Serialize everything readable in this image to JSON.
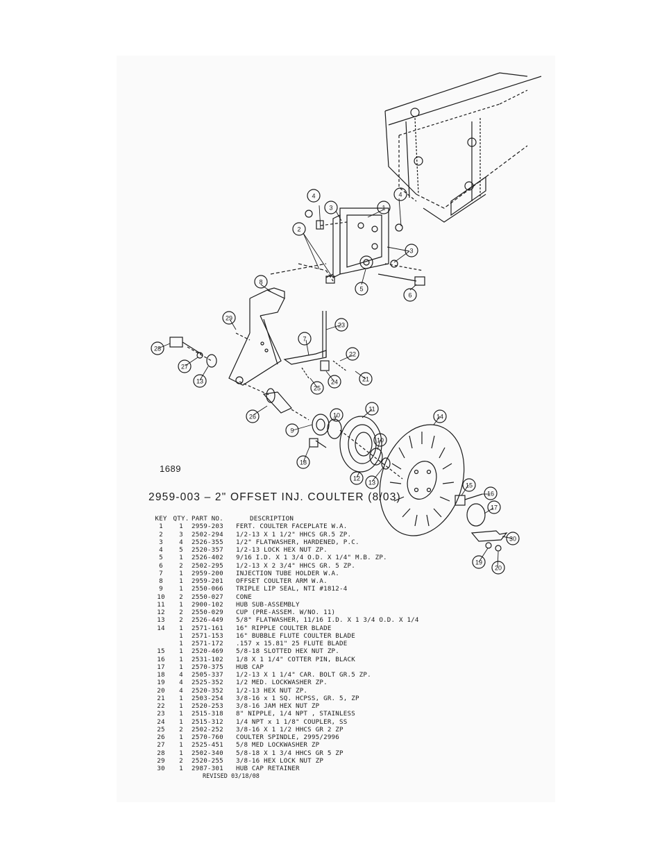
{
  "drawing_number": "1689",
  "title": "2959-003 – 2\" OFFSET INJ. COULTER (8/03)",
  "table": {
    "headers": {
      "key": "KEY",
      "qty": "QTY.",
      "part": "PART NO.",
      "description": "DESCRIPTION"
    },
    "rows": [
      {
        "key": "1",
        "qty": "1",
        "part": "2959-203",
        "description": "FERT. COULTER FACEPLATE W.A."
      },
      {
        "key": "2",
        "qty": "3",
        "part": "2502-294",
        "description": "1/2-13 X 1 1/2\" HHCS GR.5 ZP."
      },
      {
        "key": "3",
        "qty": "4",
        "part": "2526-355",
        "description": "1/2\" FLATWASHER, HARDENED, P.C."
      },
      {
        "key": "4",
        "qty": "5",
        "part": "2520-357",
        "description": "1/2-13 LOCK HEX NUT ZP."
      },
      {
        "key": "5",
        "qty": "1",
        "part": "2526-402",
        "description": "9/16 I.D. X 1 3/4 O.D. X 1/4\" M.B. ZP."
      },
      {
        "key": "6",
        "qty": "2",
        "part": "2502-295",
        "description": "1/2-13 X 2 3/4\" HHCS GR. 5 ZP."
      },
      {
        "key": "7",
        "qty": "1",
        "part": "2959-200",
        "description": "INJECTION TUBE  HOLDER W.A."
      },
      {
        "key": "8",
        "qty": "1",
        "part": "2959-201",
        "description": "OFFSET COULTER ARM W.A."
      },
      {
        "key": "9",
        "qty": "1",
        "part": "2550-066",
        "description": "TRIPLE LIP SEAL, NTI #1812-4"
      },
      {
        "key": "10",
        "qty": "2",
        "part": "2550-027",
        "description": "CONE"
      },
      {
        "key": "11",
        "qty": "1",
        "part": "2900-102",
        "description": "HUB SUB-ASSEMBLY"
      },
      {
        "key": "12",
        "qty": "2",
        "part": "2550-029",
        "description": "CUP (PRE-ASSEM. W/NO. 11)"
      },
      {
        "key": "13",
        "qty": "2",
        "part": "2526-449",
        "description": "5/8\" FLATWASHER, 11/16 I.D. X 1 3/4 O.D. X 1/4"
      },
      {
        "key": "14",
        "qty": "1",
        "part": "2571-161",
        "description": "16\" RIPPLE COULTER BLADE"
      },
      {
        "key": "",
        "qty": "1",
        "part": "2571-153",
        "description": "16\" BUBBLE FLUTE COULTER BLADE"
      },
      {
        "key": "",
        "qty": "1",
        "part": "2571-172",
        "description": ".157 x 15.81\" 25 FLUTE BLADE"
      },
      {
        "key": "15",
        "qty": "1",
        "part": "2520-469",
        "description": "5/8-18 SLOTTED HEX NUT ZP."
      },
      {
        "key": "16",
        "qty": "1",
        "part": "2531-102",
        "description": "1/8 X 1 1/4\" COTTER PIN, BLACK"
      },
      {
        "key": "17",
        "qty": "1",
        "part": "2570-375",
        "description": "HUB CAP"
      },
      {
        "key": "18",
        "qty": "4",
        "part": "2505-337",
        "description": "1/2-13 X 1 1/4\" CAR. BOLT GR.5 ZP."
      },
      {
        "key": "19",
        "qty": "4",
        "part": "2525-352",
        "description": "1/2 MED. LOCKWASHER ZP."
      },
      {
        "key": "20",
        "qty": "4",
        "part": "2520-352",
        "description": "1/2-13 HEX NUT ZP."
      },
      {
        "key": "21",
        "qty": "1",
        "part": "2503-254",
        "description": "3/8-16 x 1 SQ. HCPSS, GR. 5, ZP"
      },
      {
        "key": "22",
        "qty": "1",
        "part": "2520-253",
        "description": "3/8-16 JAM HEX NUT ZP"
      },
      {
        "key": "23",
        "qty": "1",
        "part": "2515-318",
        "description": "8\" NIPPLE, 1/4 NPT , STAINLESS"
      },
      {
        "key": "24",
        "qty": "1",
        "part": "2515-312",
        "description": "1/4 NPT x 1 1/8\" COUPLER, SS"
      },
      {
        "key": "25",
        "qty": "2",
        "part": "2502-252",
        "description": "3/8-16 X 1 1/2 HHCS GR 2 ZP"
      },
      {
        "key": "26",
        "qty": "1",
        "part": "2570-760",
        "description": "COULTER SPINDLE, 2995/2996"
      },
      {
        "key": "27",
        "qty": "1",
        "part": "2525-451",
        "description": "5/8 MED LOCKWASHER ZP"
      },
      {
        "key": "28",
        "qty": "1",
        "part": "2502-340",
        "description": "5/8-18 X 1 3/4 HHCS GR 5 ZP"
      },
      {
        "key": "29",
        "qty": "2",
        "part": "2520-255",
        "description": "3/8-16 HEX LOCK NUT ZP"
      },
      {
        "key": "30",
        "qty": "1",
        "part": "2987-301",
        "description": "HUB CAP RETAINER"
      }
    ]
  },
  "revised": "REVISED 03/18/08",
  "balloons": [
    "1",
    "2",
    "3",
    "3",
    "4",
    "4",
    "5",
    "6",
    "7",
    "8",
    "9",
    "10",
    "10",
    "11",
    "12",
    "13",
    "13",
    "14",
    "15",
    "16",
    "17",
    "18",
    "19",
    "20",
    "21",
    "22",
    "23",
    "24",
    "25",
    "26",
    "27",
    "28",
    "29",
    "30"
  ]
}
